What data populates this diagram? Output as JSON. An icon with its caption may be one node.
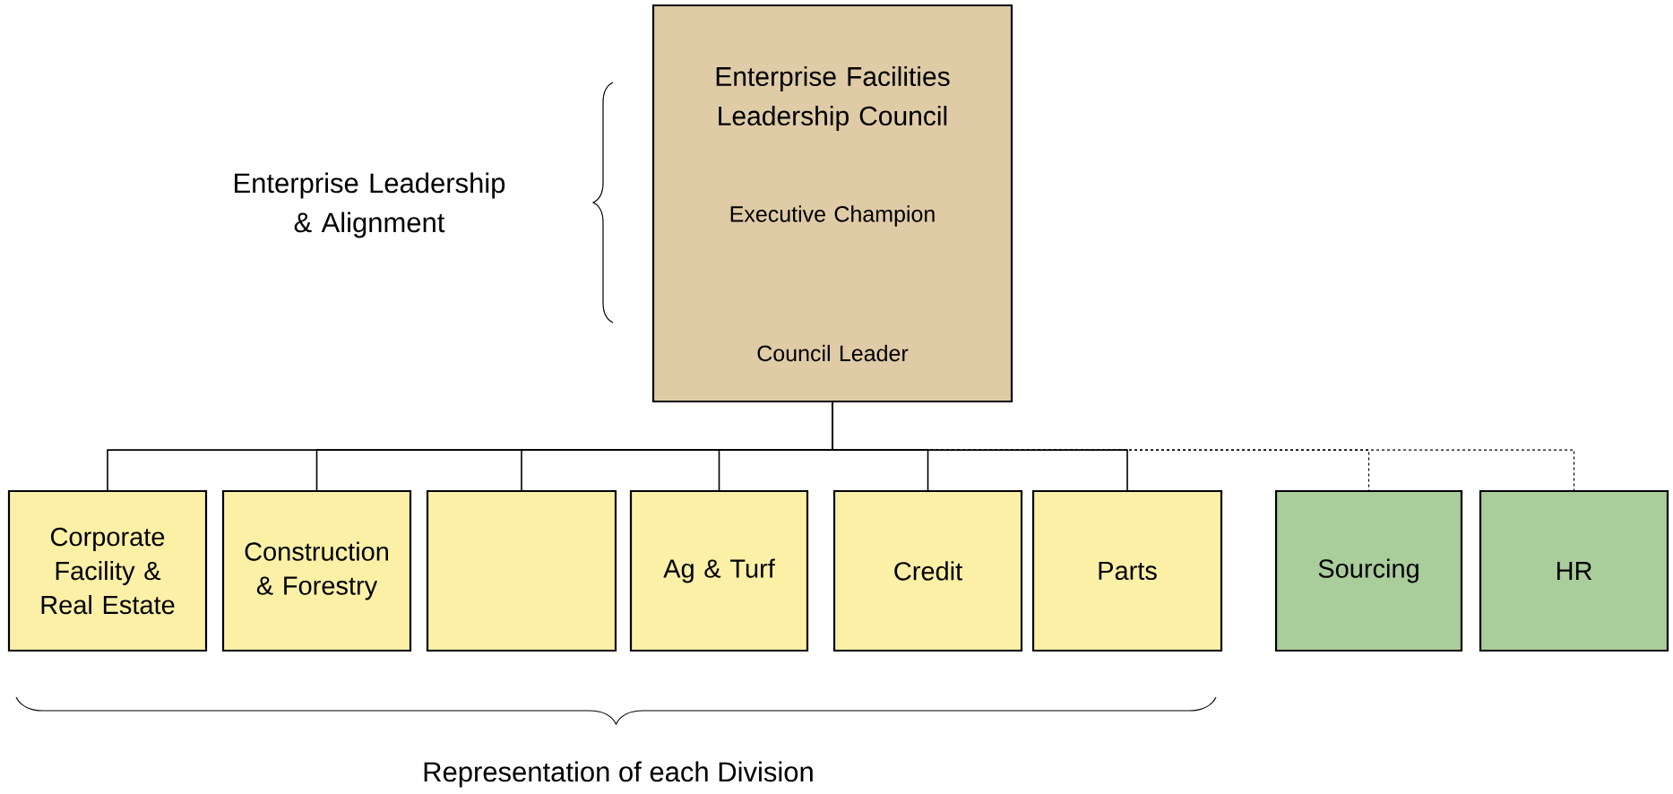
{
  "diagram": {
    "nodes": [
      {
        "text": [
          "Enterprise Facilities Leadership Council",
          "Executive Champion",
          "Council Leader"
        ]
      },
      {
        "text": [
          "Corporate Facility & Real Estate"
        ]
      },
      {
        "text": [
          "Construction & Forestry"
        ]
      },
      {
        "text": [],
        "shape": "box"
      },
      {
        "text": [
          "Ag & Turf"
        ]
      },
      {
        "text": [
          "Credit"
        ]
      },
      {
        "text": [
          "Parts"
        ]
      },
      {
        "text": [
          "Sourcing"
        ]
      },
      {
        "text": [
          "HR"
        ]
      }
    ],
    "edges": [
      {
        "from": 0,
        "to": 1,
        "arrow": "none"
      },
      {
        "from": 0,
        "to": 2,
        "arrow": "none"
      },
      {
        "from": 0,
        "to": 3,
        "arrow": "none"
      },
      {
        "from": 0,
        "to": 4,
        "arrow": "none"
      },
      {
        "from": 0,
        "to": 5,
        "arrow": "none"
      },
      {
        "from": 0,
        "to": 6,
        "arrow": "none"
      },
      {
        "from": 0,
        "to": 7,
        "arrow": "none",
        "style": "dashed"
      },
      {
        "from": 0,
        "to": 8,
        "arrow": "none",
        "style": "dashed"
      }
    ],
    "labels": [
      "Enterprise Leadership & Alignment",
      "Representation of each Division"
    ]
  }
}
